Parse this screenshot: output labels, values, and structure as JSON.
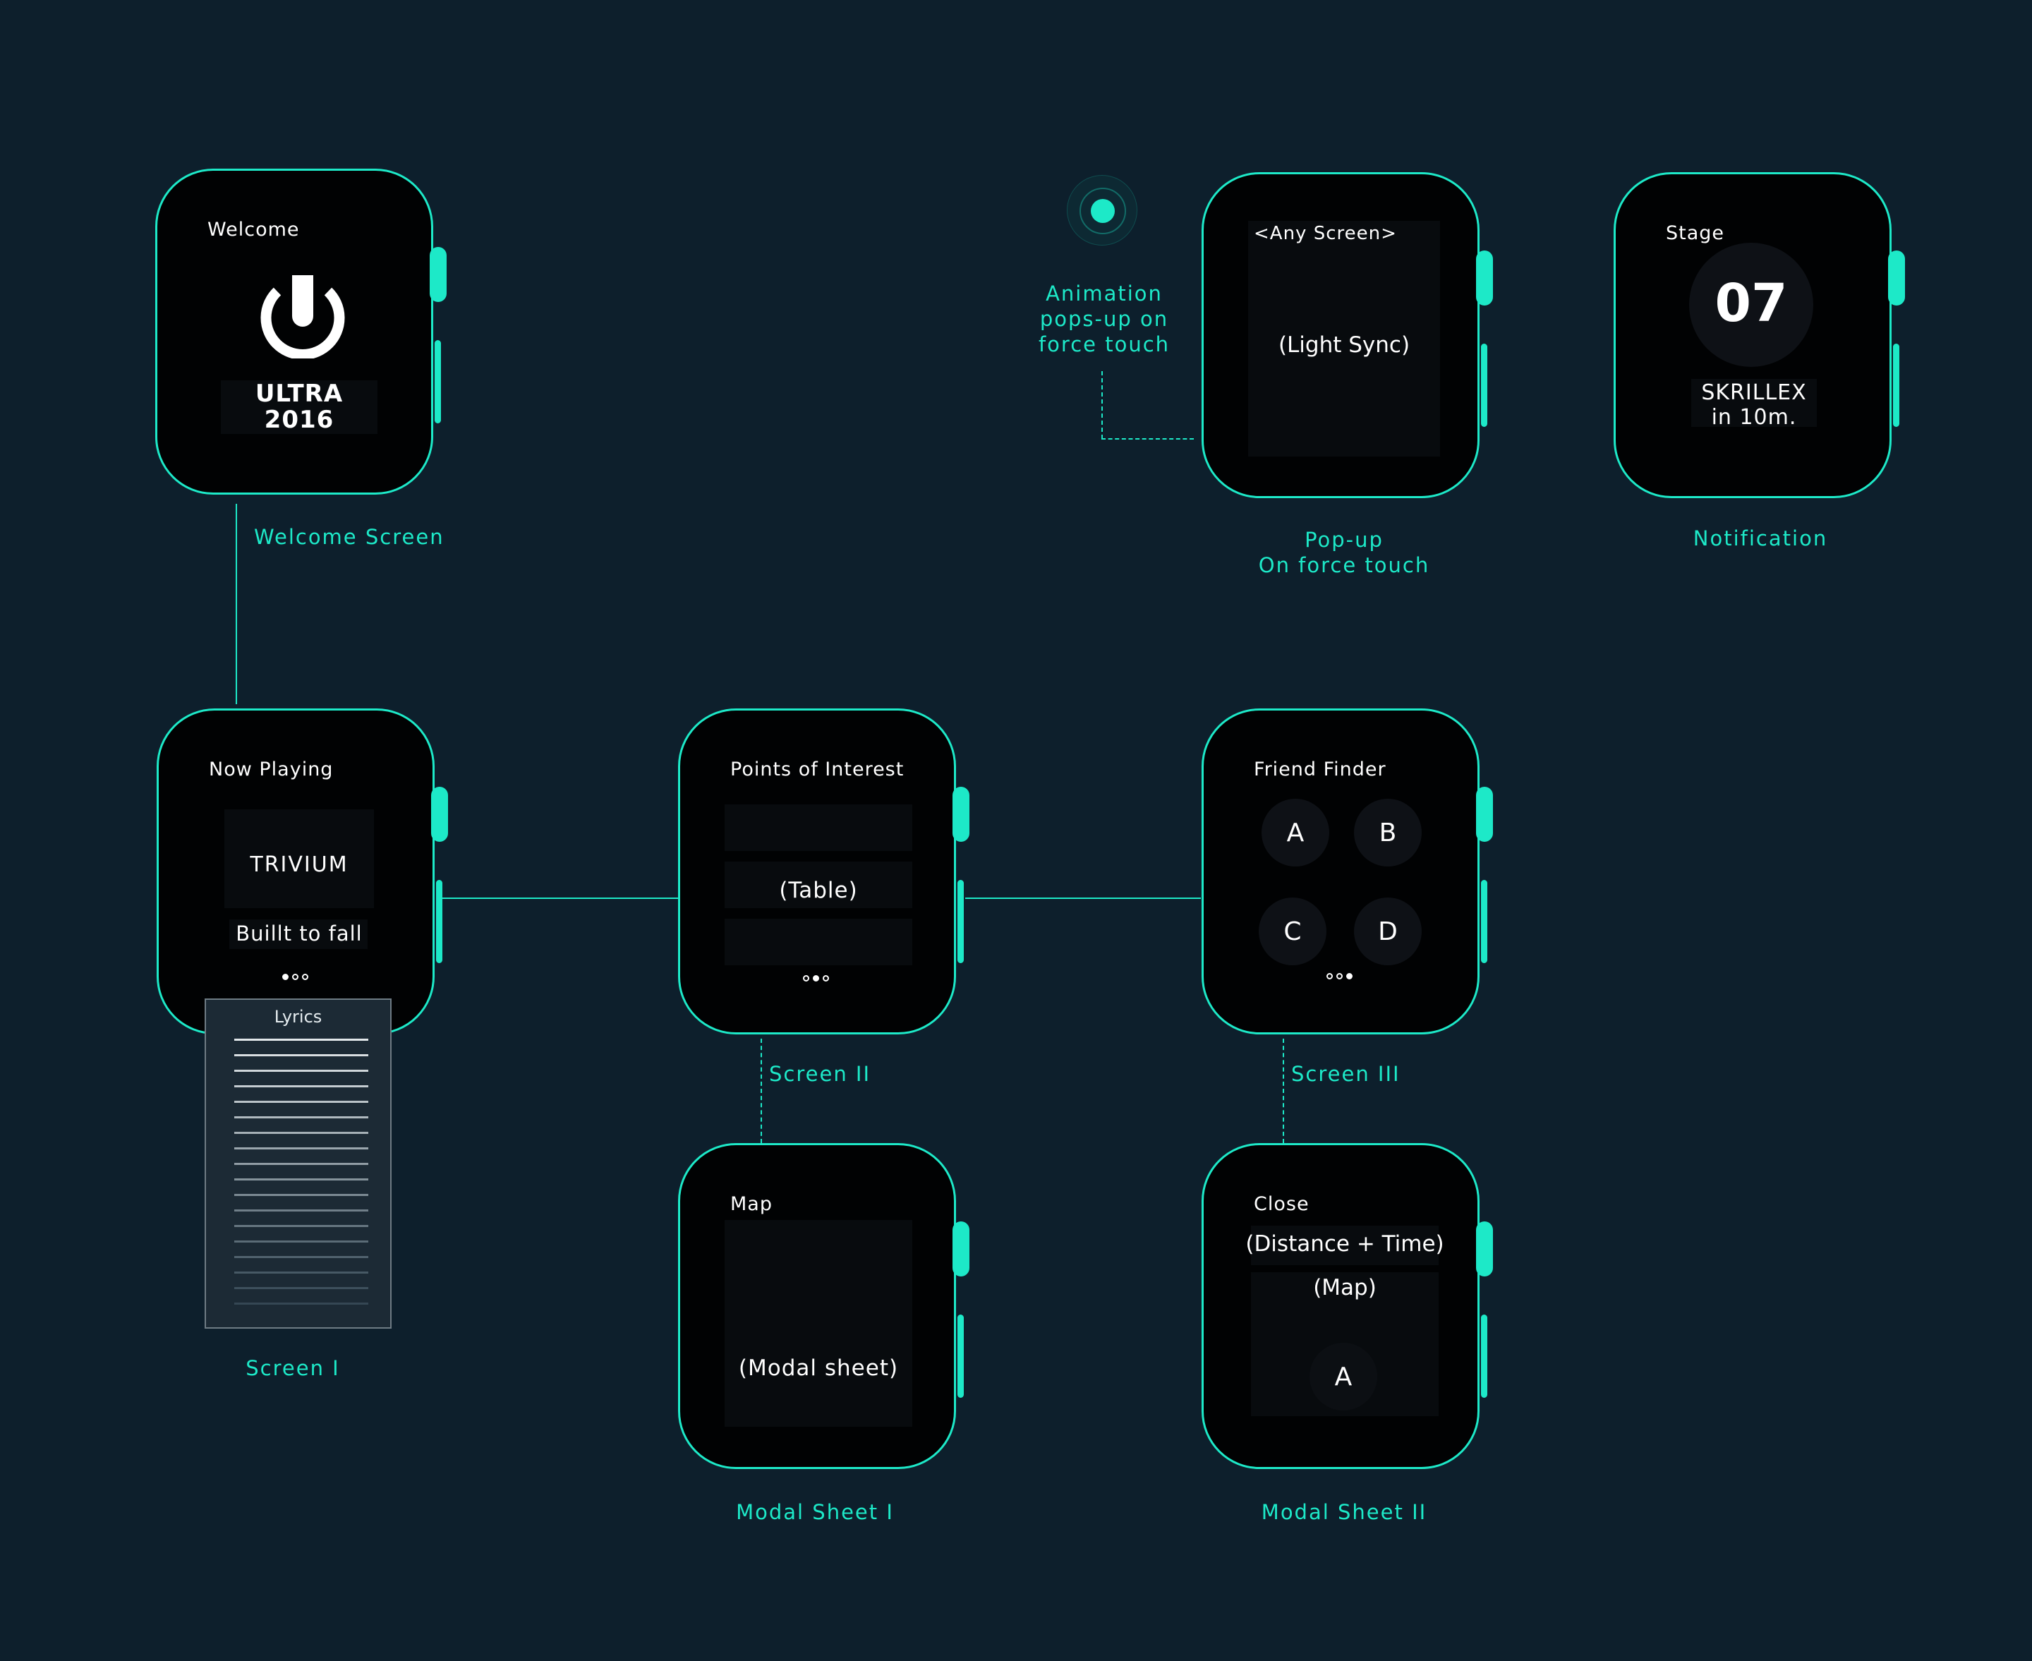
{
  "welcome": {
    "title": "Welcome",
    "brand_line1": "ULTRA",
    "brand_line2": "2016",
    "caption": "Welcome Screen",
    "logo_icon": "ultra-u-logo-icon"
  },
  "popup": {
    "title": "<Any Screen>",
    "content": "(Light Sync)",
    "caption_line1": "Pop-up",
    "caption_line2": "On force touch"
  },
  "animation_note": {
    "line1": "Animation",
    "line2": "pops-up on",
    "line3": "force touch",
    "icon": "force-touch-target-icon"
  },
  "notification": {
    "title": "Stage",
    "countdown": "07",
    "artist": "SKRILLEX",
    "time": "in 10m.",
    "caption": "Notification"
  },
  "now_playing": {
    "title": "Now Playing",
    "artist": "TRIVIUM",
    "song": "Buillt to fall",
    "caption": "Screen I",
    "page_index": 1,
    "page_count": 3
  },
  "lyrics": {
    "label": "Lyrics",
    "line_count": 18
  },
  "points_of_interest": {
    "title": "Points of Interest",
    "content": "(Table)",
    "caption": "Screen II",
    "page_index": 2,
    "page_count": 3
  },
  "friend_finder": {
    "title": "Friend Finder",
    "friends": [
      "A",
      "B",
      "C",
      "D"
    ],
    "caption": "Screen III",
    "page_index": 3,
    "page_count": 3
  },
  "map_modal": {
    "title": "Map",
    "content": "(Modal sheet)",
    "caption": "Modal Sheet I"
  },
  "close_modal": {
    "title": "Close",
    "info": "(Distance + Time)",
    "map": "(Map)",
    "friend": "A",
    "caption": "Modal Sheet II"
  },
  "colors": {
    "background": "#0d1f2c",
    "accent": "#1de9c8",
    "screen": "#010203"
  }
}
